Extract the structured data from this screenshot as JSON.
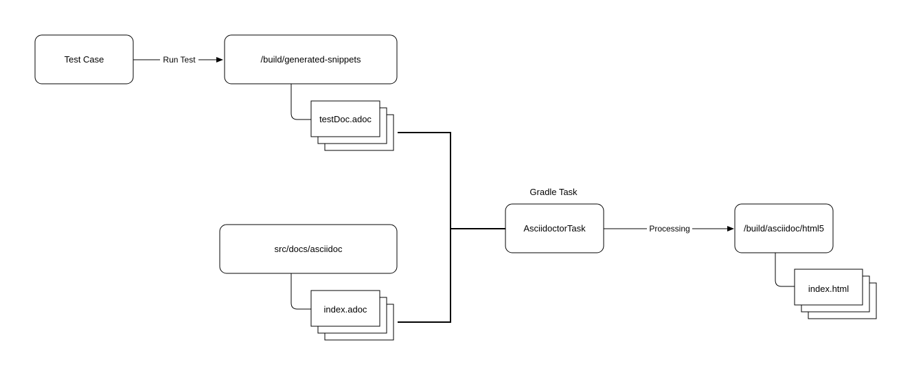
{
  "nodes": {
    "test_case": "Test Case",
    "generated_snippets": "/build/generated-snippets",
    "test_doc": "testDoc.adoc",
    "src_docs": "src/docs/asciidoc",
    "index_adoc": "index.adoc",
    "gradle_task_label": "Gradle Task",
    "asciidoctor_task": "AsciidoctorTask",
    "output_dir": "/build/asciidoc/html5",
    "index_html": "index.html"
  },
  "edges": {
    "run_test": "Run Test",
    "processing": "Processing"
  }
}
